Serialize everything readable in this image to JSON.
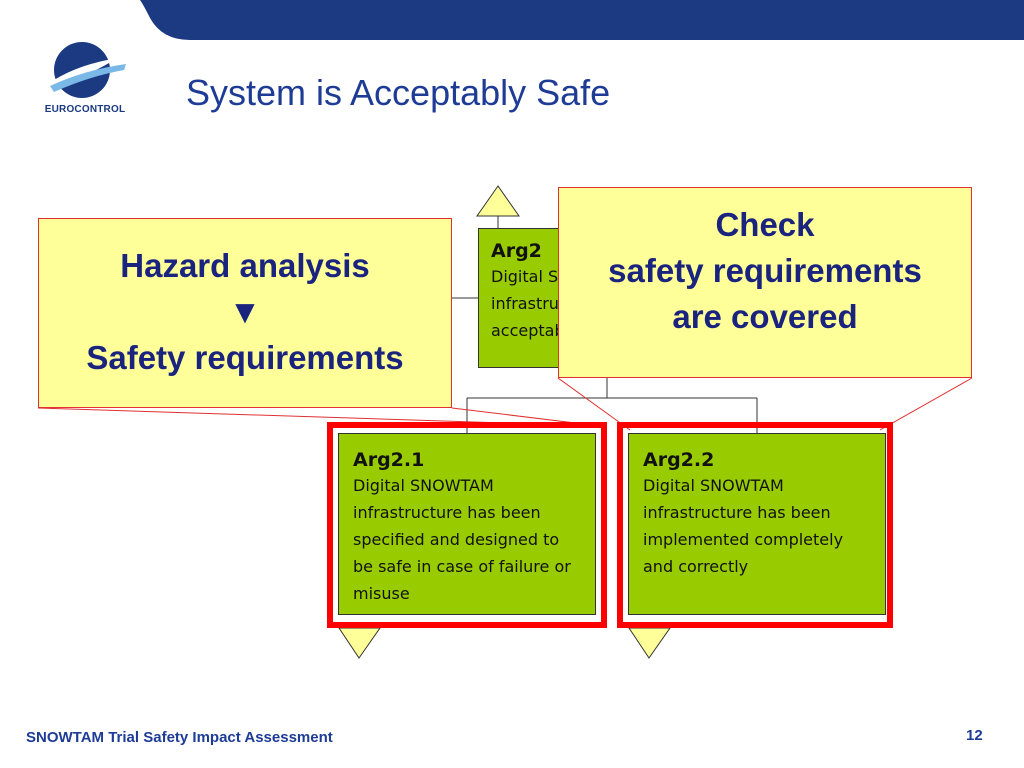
{
  "header": {
    "title": "System is Acceptably Safe",
    "logo_text": "EUROCONTROL"
  },
  "nodes": {
    "arg2": {
      "id": "Arg2",
      "text": "Digital SNOWTAM infrastructure is acceptably safe"
    },
    "arg2_1": {
      "id": "Arg2.1",
      "text": "Digital SNOWTAM infrastructure has been specified and designed to be safe in case of failure or misuse"
    },
    "arg2_2": {
      "id": "Arg2.2",
      "text": "Digital SNOWTAM infrastructure has been implemented completely and correctly"
    }
  },
  "callouts": {
    "left": {
      "line1": "Hazard analysis",
      "arrow": "▼",
      "line3": "Safety requirements"
    },
    "right": {
      "line1": "Check",
      "line2": "safety requirements",
      "line3": "are covered"
    }
  },
  "footer": {
    "text": "SNOWTAM Trial Safety Impact Assessment",
    "page_number": "12"
  },
  "colors": {
    "brand_blue": "#1e3c96",
    "node_green": "#99cc00",
    "callout_yellow": "#ffff99",
    "highlight_red": "#ff0000"
  }
}
